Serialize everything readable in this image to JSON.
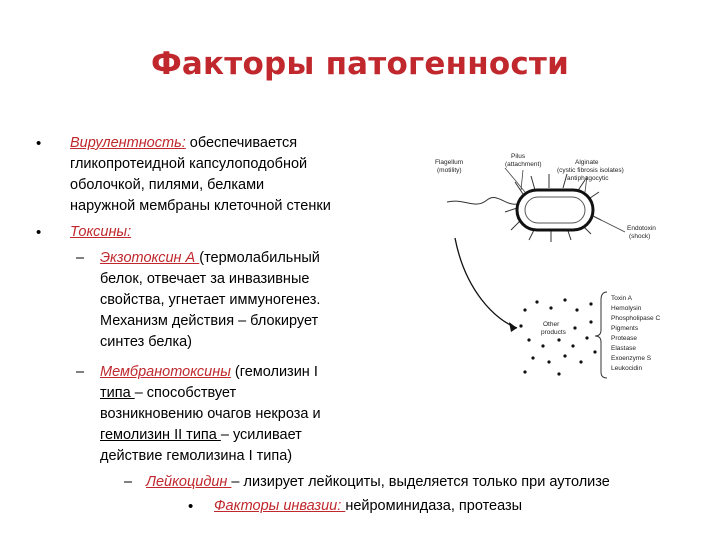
{
  "title": "Факторы патогенности",
  "items": {
    "virulence": {
      "term": "Вирулентность:",
      "text_1": " обеспечивается",
      "line_2": "гликопротеидной капсулоподобной",
      "line_3": "оболочкой, пилями, белками",
      "line_4": "наружной мембраны клеточной стенки"
    },
    "toxins": {
      "term": "Токсины:",
      "exotoxin": {
        "term": "Экзотоксин А ",
        "text_1": "(термолабильный",
        "line_2": "белок, отвечает за инвазивные",
        "line_3": "свойства, угнетает иммуногенез.",
        "line_4": "Механизм действия – блокирует",
        "line_5": "синтез белка)"
      },
      "membranotoxins": {
        "term": "Мембранотоксины",
        "text_1": " (гемолизин I",
        "line_2_u": "типа ",
        "line_2_rest": "– способствует",
        "line_3": "возникновению очагов некроза и",
        "line_4_u": "гемолизин II типа ",
        "line_4_rest": "– усиливает",
        "line_5": "действие гемолизина I типа)"
      },
      "leukocidin": {
        "term": "Лейкоцидин ",
        "text": "– лизирует лейкоциты, выделяется только при аутолизе"
      }
    },
    "invasion": {
      "term": "Факторы инвазии: ",
      "text": "нейроминидаза, протеазы"
    }
  },
  "markers": {
    "bullet": "•",
    "dash": "–"
  },
  "diagram": {
    "labels": {
      "pilus": "Pilus",
      "pilus_sub": "(attachment)",
      "flagellum": "Flagellum",
      "flagellum_sub": "(motility)",
      "alginate": "Alginate",
      "alginate_sub_1": "(cystic fibrosis isolates)",
      "alginate_sub_2": "antiphagocytic",
      "endotoxin": "Endotoxin",
      "endotoxin_sub": "(shock)",
      "other_products_1": "Other",
      "other_products_2": "products",
      "toxins_list": [
        "Toxin A",
        "Hemolysin",
        "Phospholipase C",
        "Pigments",
        "Protease",
        "Elastase",
        "Exoenzyme S",
        "Leukocidin"
      ]
    }
  },
  "colors": {
    "accent": "#c0282d",
    "text": "#000000"
  }
}
